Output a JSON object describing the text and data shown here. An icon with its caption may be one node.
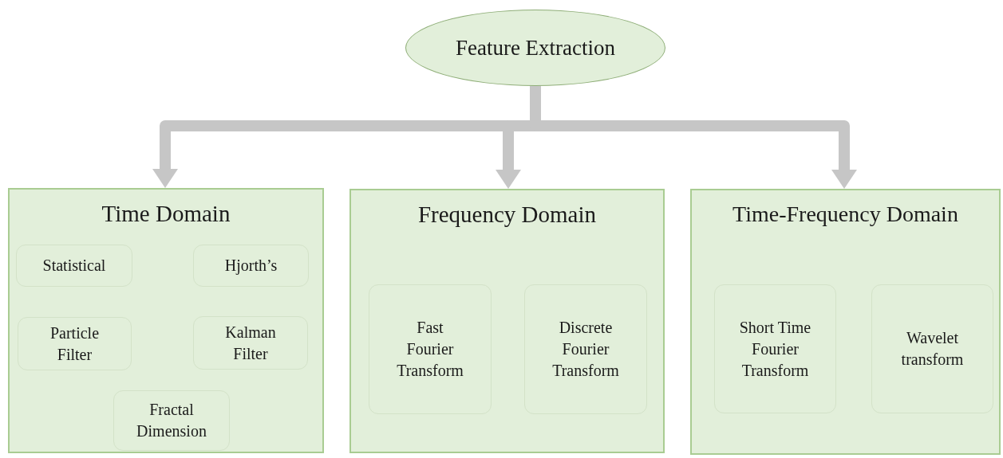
{
  "diagram": {
    "nodes": [
      {
        "text": [
          "Feature Extraction"
        ]
      },
      {
        "text": [
          "Time Domain"
        ]
      },
      {
        "text": [
          "Statistical"
        ],
        "in": 1
      },
      {
        "text": [
          "Hjorth’s"
        ],
        "in": 1
      },
      {
        "text": [
          "Particle Filter"
        ],
        "in": 1
      },
      {
        "text": [
          "Kalman Filter"
        ],
        "in": 1
      },
      {
        "text": [
          "Fractal Dimension"
        ],
        "in": 1
      },
      {
        "text": [
          "Frequency Domain"
        ]
      },
      {
        "text": [
          "Fast Fourier Transform"
        ],
        "in": 7
      },
      {
        "text": [
          "Discrete Fourier Transform"
        ],
        "in": 7
      },
      {
        "text": [
          "Time-Frequency Domain"
        ]
      },
      {
        "text": [
          "Short Time Fourier Transform"
        ],
        "in": 10
      },
      {
        "text": [
          "Wavelet transform"
        ],
        "in": 10
      }
    ],
    "edges": [
      {
        "from": 0,
        "to": 1,
        "arrow": "to"
      },
      {
        "from": 0,
        "to": 7,
        "arrow": "to"
      },
      {
        "from": 0,
        "to": 10,
        "arrow": "to"
      }
    ]
  }
}
